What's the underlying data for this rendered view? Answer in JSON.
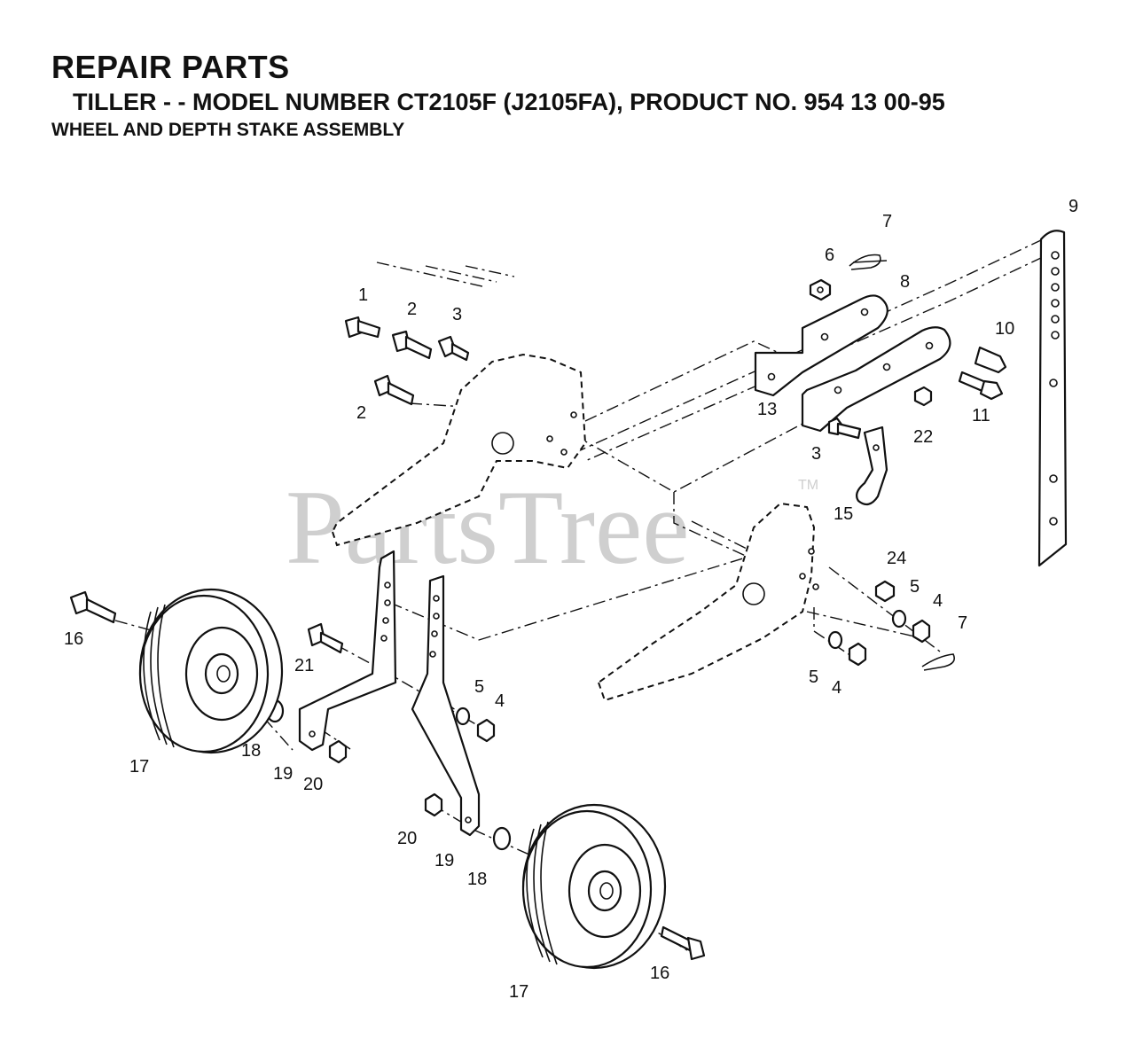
{
  "header": {
    "title": "REPAIR PARTS",
    "subtitle": "TILLER - - MODEL NUMBER CT2105F (J2105FA), PRODUCT NO. 954 13 00-95",
    "section": "WHEEL AND DEPTH STAKE ASSEMBLY"
  },
  "watermark": {
    "text": "PartsTree",
    "tm": "TM"
  },
  "callouts": [
    "9",
    "7",
    "6",
    "8",
    "1",
    "2",
    "3",
    "10",
    "11",
    "2",
    "13",
    "22",
    "3",
    "15",
    "24",
    "5",
    "4",
    "7",
    "5",
    "4",
    "16",
    "21",
    "5",
    "4",
    "18",
    "17",
    "19",
    "20",
    "20",
    "19",
    "18",
    "17",
    "16"
  ]
}
